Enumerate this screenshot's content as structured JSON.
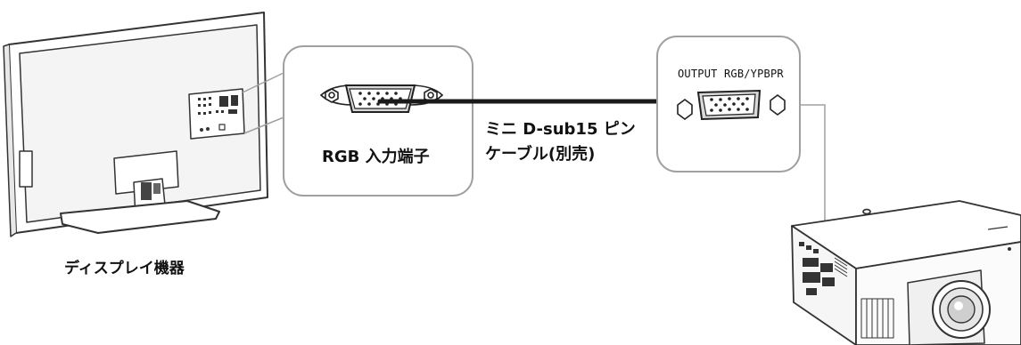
{
  "labels": {
    "display_device": "ディスプレイ機器",
    "rgb_input": "RGB 入力端子",
    "cable_line1": "ミニ D-sub15 ピン",
    "cable_line2": "ケーブル(別売)",
    "output_port": "OUTPUT RGB/YPBPR"
  },
  "colors": {
    "outline": "#333333",
    "callout_border": "#a0a0a0",
    "cable": "#1a1a1a",
    "connector_fill": "#d9d9d9"
  }
}
